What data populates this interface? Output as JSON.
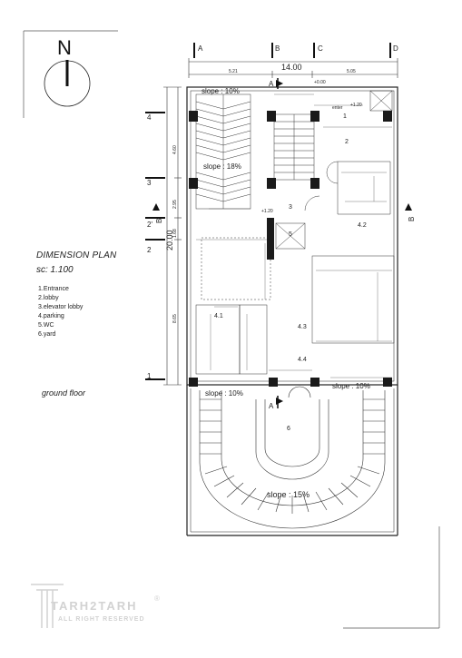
{
  "title": "DIMENSION PLAN",
  "scale": "sc: 1.100",
  "north_label": "N",
  "floor_label": "ground floor",
  "legend": [
    "1.Entrance",
    "2.lobby",
    "3.elevator lobby",
    "4.parking",
    "5.WC",
    "6.yard"
  ],
  "grid_columns": [
    "A",
    "B",
    "C",
    "D"
  ],
  "grid_rows": [
    "1",
    "2",
    "2'",
    "3",
    "4"
  ],
  "overall_width": "14.00",
  "overall_length": "20.00",
  "top_dims": [
    "5.21",
    "5.05"
  ],
  "left_dims": [
    "4.60",
    "2.95",
    "1.68",
    "8.65"
  ],
  "section_marks": [
    "A",
    "A",
    "B",
    "B"
  ],
  "slopes": [
    "slope : 10%",
    "slope : 18%",
    "slope : 10%",
    "slope : 10%",
    "slope : 15%"
  ],
  "levels": [
    "+0.00",
    "+1.20",
    "+1.20"
  ],
  "enter_label": "enter",
  "space_labels": [
    "1",
    "2",
    "3",
    "4.1",
    "4.2",
    "4.3",
    "4.4",
    "5",
    "6"
  ],
  "watermark": {
    "text": "TARH2TARH",
    "sub": "ALL RIGHT RESERVED",
    "reg": "®"
  },
  "colors": {
    "line": "#222222",
    "column": "#1a1a1a",
    "watermark": "#d2d2d2"
  }
}
